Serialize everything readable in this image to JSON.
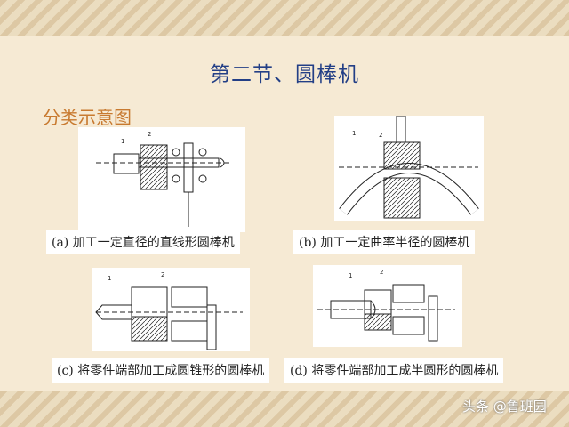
{
  "slide": {
    "title": "第二节、圆棒机",
    "subtitle": "分类示意图",
    "figures": [
      {
        "caption": "(a) 加工一定直径的直线形圆棒机"
      },
      {
        "caption": "(b) 加工一定曲率半径的圆棒机"
      },
      {
        "caption": "(c) 将零件端部加工成圆锥形的圆棒机"
      },
      {
        "caption": "(d) 将零件端部加工成半圆形的圆棒机"
      }
    ],
    "labels": {
      "one": "1",
      "two": "2"
    }
  },
  "watermark": "头条 @鲁班园",
  "colors": {
    "title": "#233f86",
    "subtitle": "#c87a30",
    "background": "#f6ead4"
  }
}
